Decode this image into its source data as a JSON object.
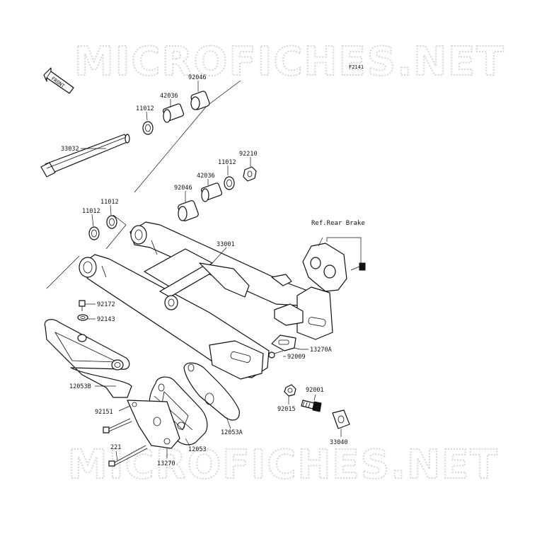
{
  "watermark": "MICROFICHES.NET",
  "figure_code": "F2141",
  "front_label": "FRONT",
  "reference_note": "Ref.Rear Brake",
  "parts": {
    "p92046_top": "92046",
    "p42036_top": "42036",
    "p11012_top": "11012",
    "p33032": "33032",
    "p92210": "92210",
    "p11012_mid": "11012",
    "p42036_mid": "42036",
    "p92046_mid": "92046",
    "p11012_left_a": "11012",
    "p11012_left_b": "11012",
    "p33001": "33001",
    "p92172": "92172",
    "p92143": "92143",
    "p12053B": "12053B",
    "p13270A": "13270A",
    "p92009": "92009",
    "p92001": "92001",
    "p92015": "92015",
    "p92151": "92151",
    "p12053A": "12053A",
    "p33040": "33040",
    "p221": "221",
    "p12053": "12053",
    "p13270": "13270"
  }
}
